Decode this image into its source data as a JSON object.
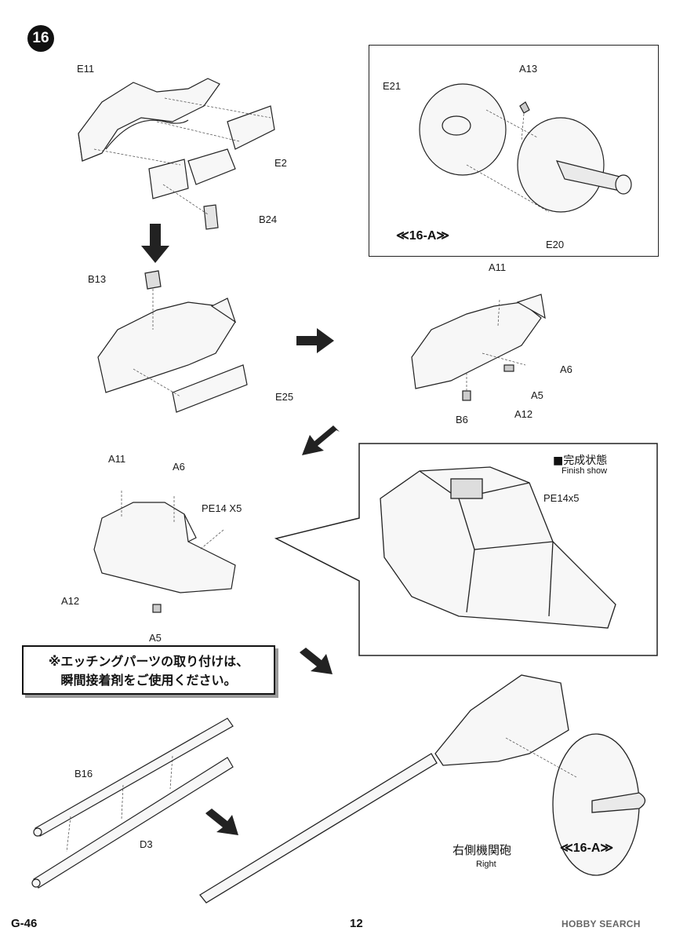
{
  "step": {
    "number": "16"
  },
  "parts": {
    "e11": "E11",
    "e2": "E2",
    "b24": "B24",
    "b13": "B13",
    "e25": "E25",
    "a11_top": "A11",
    "a6_top": "A6",
    "a5_top": "A5",
    "a12_top": "A12",
    "b6": "B6",
    "a11_mid": "A11",
    "a6_mid": "A6",
    "pe14": "PE14 X5",
    "a12_mid": "A12",
    "a5_mid": "A5",
    "pe14_finish": "PE14x5",
    "e21": "E21",
    "a13": "A13",
    "e20": "E20",
    "b16": "B16",
    "d3": "D3"
  },
  "subassembly": {
    "label": "≪16-A≫",
    "ref_label": "≪16-A≫"
  },
  "finish": {
    "title": "■完成状態",
    "subtitle": "Finish show"
  },
  "note": {
    "line1": "※エッチングパーツの取り付けは、",
    "line2": "瞬間接着剤をご使用ください。"
  },
  "gun": {
    "title": "右側機関砲",
    "subtitle": "Right"
  },
  "footer": {
    "code": "G-46",
    "page": "12",
    "watermark": "HOBBY SEARCH"
  },
  "colors": {
    "line": "#222222",
    "fill": "#f7f7f7",
    "shade": "#d8d8d8"
  }
}
